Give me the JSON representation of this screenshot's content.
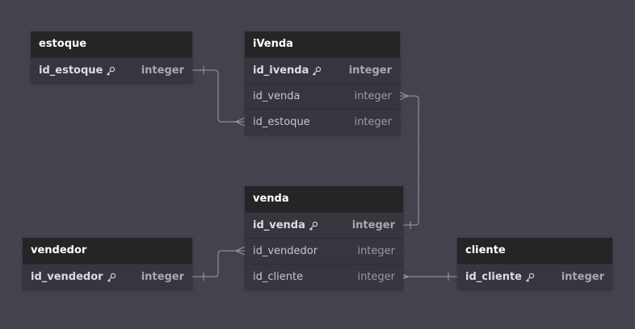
{
  "icons": {
    "primary_key": "key-icon"
  },
  "tables": {
    "estoque": {
      "name": "estoque",
      "fields": [
        {
          "name": "id_estoque",
          "type": "integer",
          "pk": true
        }
      ]
    },
    "ivenda": {
      "name": "iVenda",
      "fields": [
        {
          "name": "id_ivenda",
          "type": "integer",
          "pk": true
        },
        {
          "name": "id_venda",
          "type": "integer",
          "pk": false
        },
        {
          "name": "id_estoque",
          "type": "integer",
          "pk": false
        }
      ]
    },
    "venda": {
      "name": "venda",
      "fields": [
        {
          "name": "id_venda",
          "type": "integer",
          "pk": true
        },
        {
          "name": "id_vendedor",
          "type": "integer",
          "pk": false
        },
        {
          "name": "id_cliente",
          "type": "integer",
          "pk": false
        }
      ]
    },
    "vendedor": {
      "name": "vendedor",
      "fields": [
        {
          "name": "id_vendedor",
          "type": "integer",
          "pk": true
        }
      ]
    },
    "cliente": {
      "name": "cliente",
      "fields": [
        {
          "name": "id_cliente",
          "type": "integer",
          "pk": true
        }
      ]
    }
  },
  "relationships": [
    {
      "from": "estoque.id_estoque",
      "to": "ivenda.id_estoque",
      "cardinality": "one-to-many"
    },
    {
      "from": "venda.id_venda",
      "to": "ivenda.id_venda",
      "cardinality": "one-to-many"
    },
    {
      "from": "vendedor.id_vendedor",
      "to": "venda.id_vendedor",
      "cardinality": "one-to-many"
    },
    {
      "from": "cliente.id_cliente",
      "to": "venda.id_cliente",
      "cardinality": "one-to-many"
    }
  ]
}
